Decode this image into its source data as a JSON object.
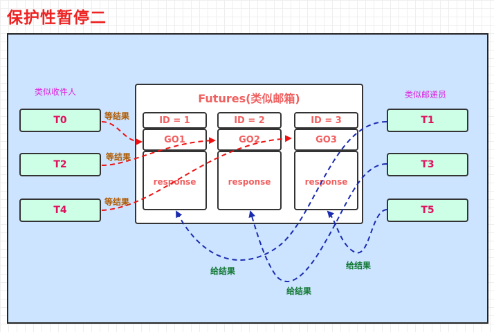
{
  "title": "保护性暂停二",
  "receivers": {
    "label": "类似收件人",
    "threads": [
      "T0",
      "T2",
      "T4"
    ]
  },
  "postmen": {
    "label": "类似邮递员",
    "threads": [
      "T1",
      "T3",
      "T5"
    ]
  },
  "futures": {
    "title": "Futures(类似邮箱)",
    "boxes": [
      {
        "id": "ID = 1",
        "go": "GO1",
        "response": "response"
      },
      {
        "id": "ID = 2",
        "go": "GO2",
        "response": "response"
      },
      {
        "id": "ID = 3",
        "go": "GO3",
        "response": "response"
      }
    ]
  },
  "edge_labels": {
    "wait": "等结果",
    "give": "给结果"
  },
  "colors": {
    "wait_arrow": "#ee1111",
    "give_arrow": "#1a2bb0",
    "panel": "#cce4ff",
    "thread_fill": "#ccffe6"
  }
}
